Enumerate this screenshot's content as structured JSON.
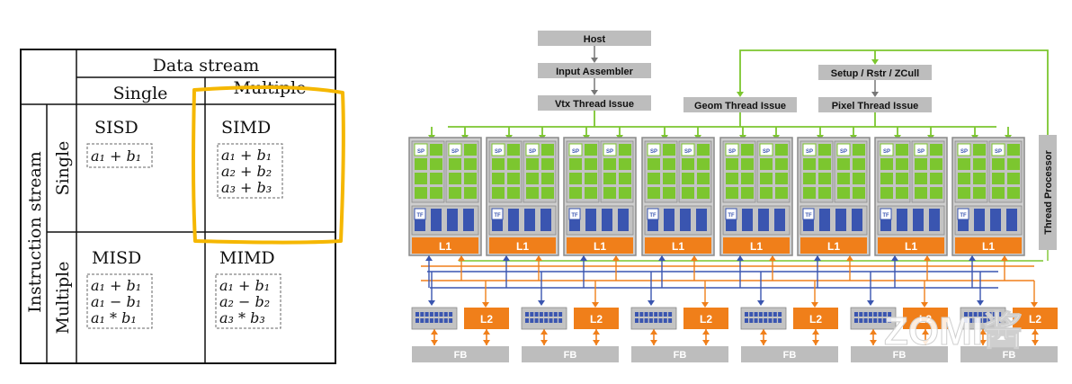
{
  "flynn": {
    "header": "Data stream",
    "col_single": "Single",
    "col_multiple": "Multiple",
    "row_header": "Instruction stream",
    "row_single": "Single",
    "row_multiple": "Multiple",
    "cells": {
      "sisd": {
        "title": "SISD",
        "ops": [
          "a₁ + b₁"
        ]
      },
      "simd": {
        "title": "SIMD",
        "ops": [
          "a₁ + b₁",
          "a₂ + b₂",
          "a₃ + b₃"
        ]
      },
      "misd": {
        "title": "MISD",
        "ops": [
          "a₁ + b₁",
          "a₁ − b₁",
          "a₁ * b₁"
        ]
      },
      "mimd": {
        "title": "MIMD",
        "ops": [
          "a₁ + b₁",
          "a₂ − b₂",
          "a₃ * b₃"
        ]
      }
    },
    "highlight_color": "#f5b700"
  },
  "gpu": {
    "host": "Host",
    "input_assembler": "Input Assembler",
    "vtx_issue": "Vtx Thread Issue",
    "geom_issue": "Geom Thread Issue",
    "setup": "Setup / Rstr / ZCull",
    "pixel_issue": "Pixel Thread Issue",
    "thread_processor": "Thread Processor",
    "sp_label": "SP",
    "tf_label": "TF",
    "l1_label": "L1",
    "l2_label": "L2",
    "fb_label": "FB",
    "cluster_count": 8,
    "partition_count": 6,
    "watermark": "ZOMI酱",
    "colors": {
      "green": "#7cc62f",
      "blue": "#3a55b0",
      "orange": "#f07f1a",
      "gray": "#bdbdbd"
    }
  }
}
